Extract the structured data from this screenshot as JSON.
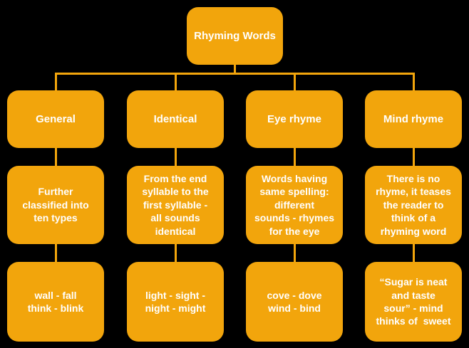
{
  "diagram": {
    "title": "Rhyming Words",
    "colors": {
      "background": "#000000",
      "box_fill": "#F2A50C",
      "connector": "#F2A50C",
      "text": "#FFFFFF"
    },
    "columns": [
      {
        "header": "General",
        "description": "Further\nclassified into\nten types",
        "examples": "wall - fall\nthink - blink"
      },
      {
        "header": "Identical",
        "description": "From the end\nsyllable to the\nfirst syllable -\nall sounds\nidentical",
        "examples": "light - sight -\nnight - might"
      },
      {
        "header": "Eye rhyme",
        "description": "Words having\nsame spelling:\ndifferent\nsounds - rhymes\nfor the eye",
        "examples": "cove - dove\nwind - bind"
      },
      {
        "header": "Mind rhyme",
        "description": "There is no\nrhyme, it teases\nthe reader to\nthink of a\nrhyming word",
        "examples": "“Sugar is neat\nand taste\nsour” - mind\nthinks of  sweet"
      }
    ]
  }
}
